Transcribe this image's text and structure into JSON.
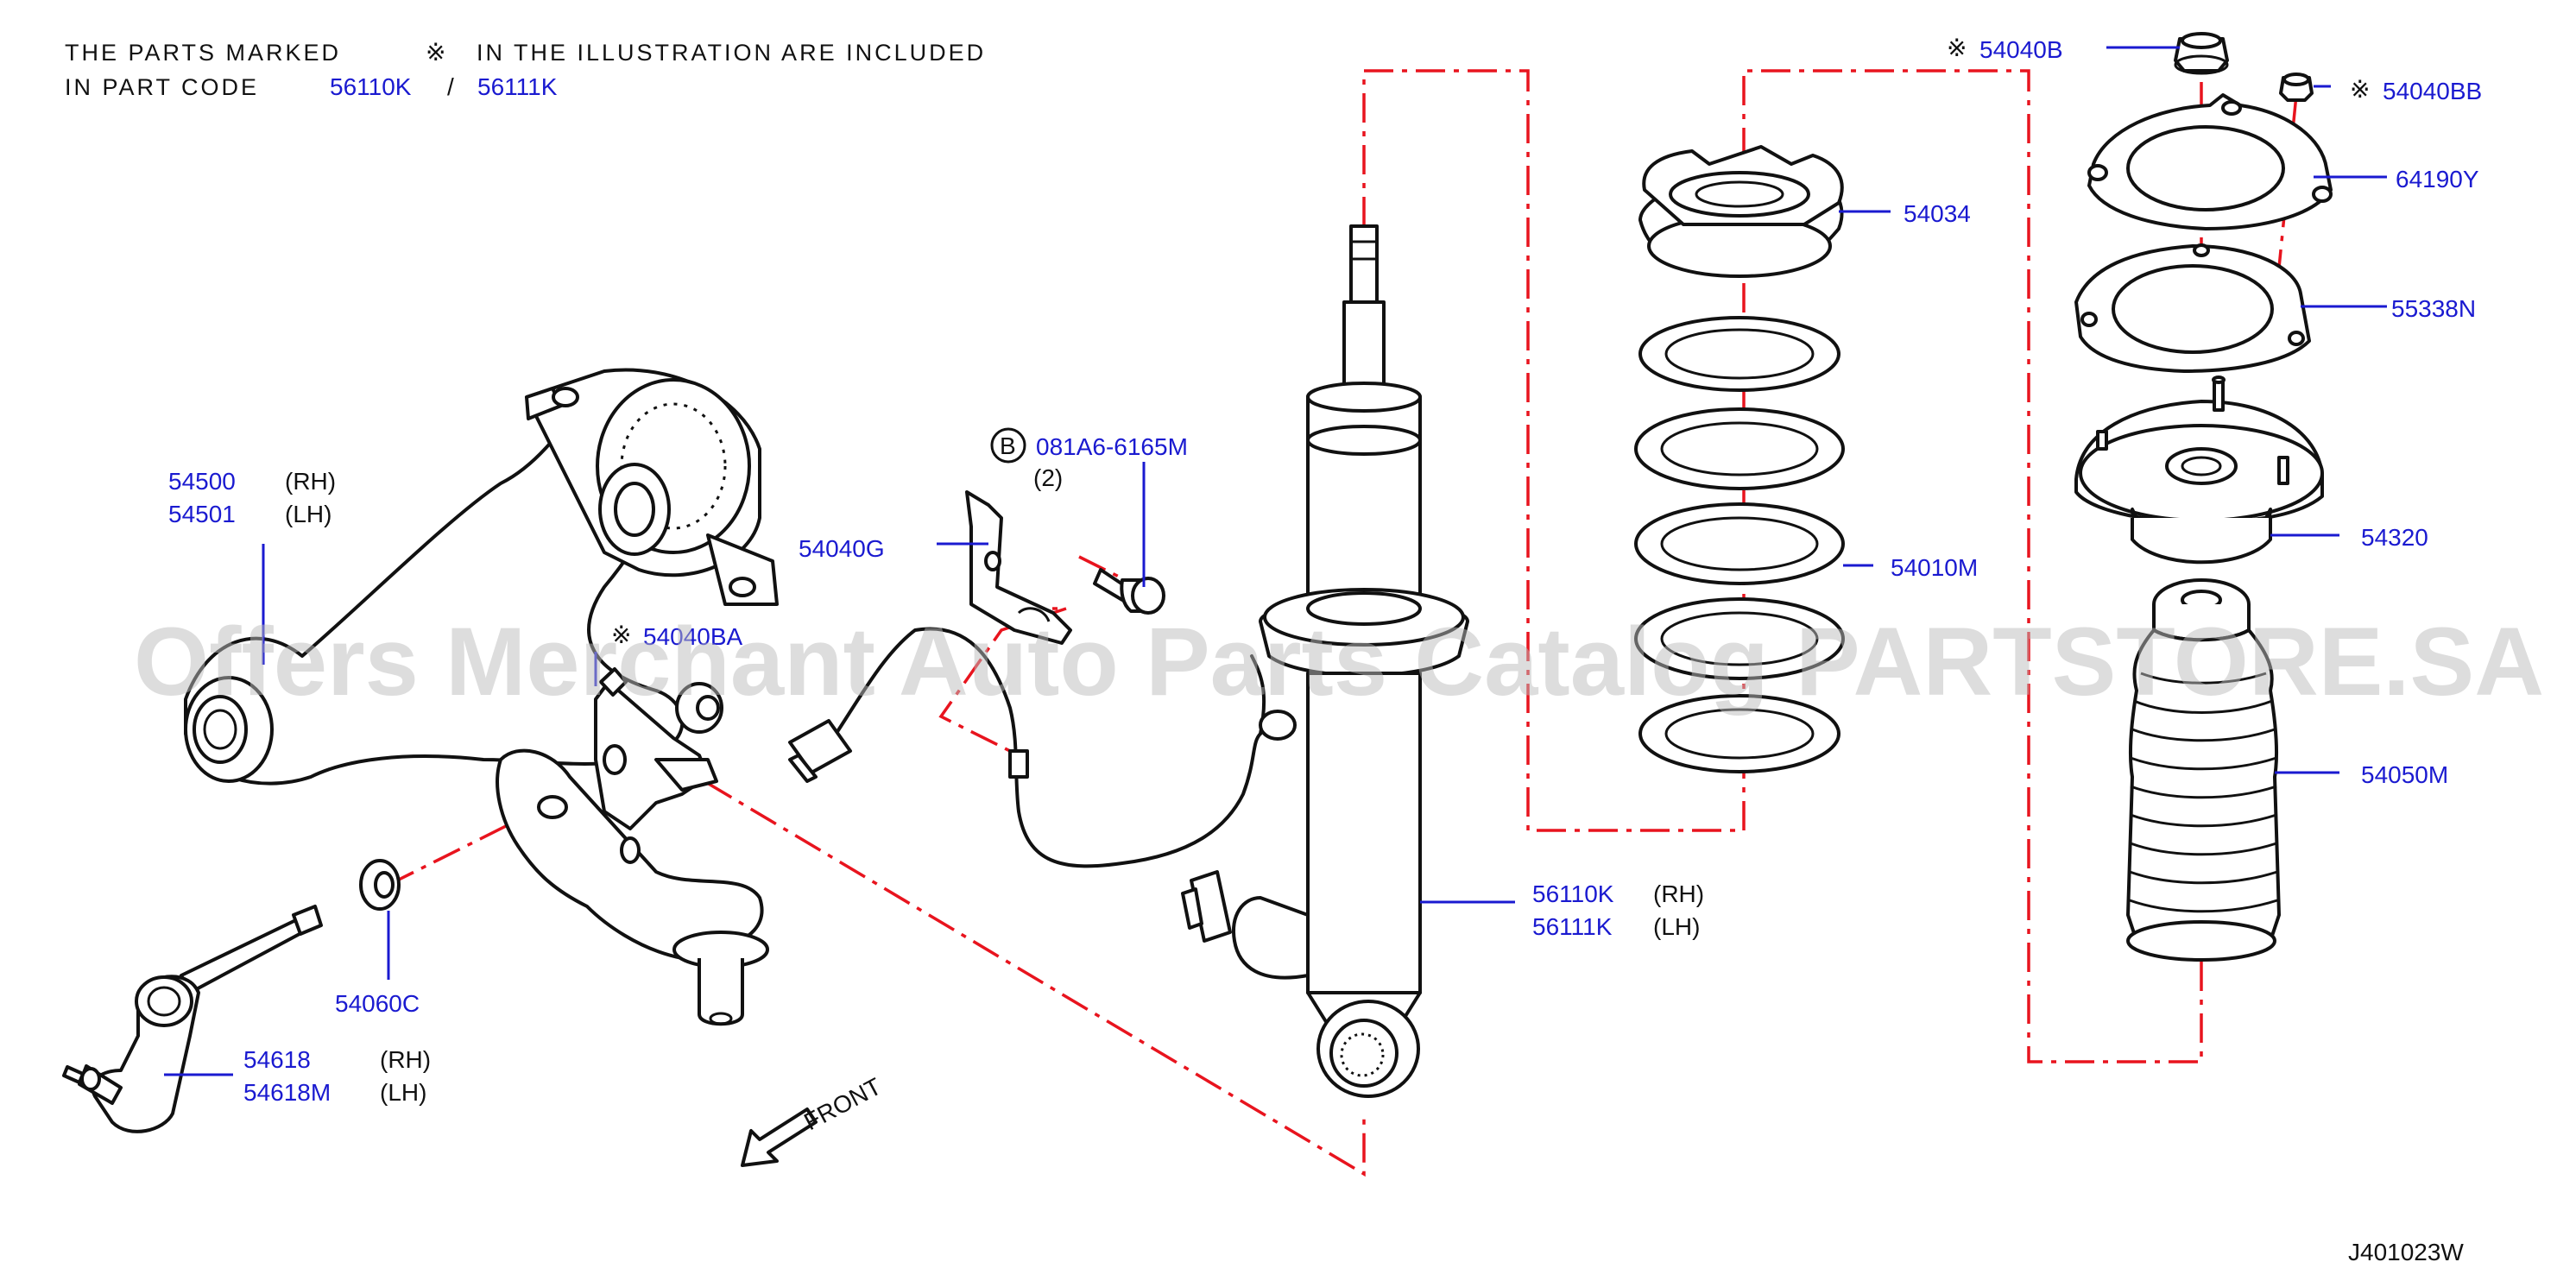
{
  "note": {
    "line1": "THE PARTS MARKED",
    "mark": "※",
    "line1_tail": "IN THE ILLUSTRATION ARE INCLUDED",
    "line2": "IN PART CODE",
    "code_a": "56110K",
    "slash": "/",
    "code_b": "56111K"
  },
  "mark_symbol": "※",
  "bolt_badge": "B",
  "labels": {
    "p54500": "54500",
    "p54500_side": "(RH)",
    "p54501": "54501",
    "p54501_side": "(LH)",
    "p54040ba": "54040BA",
    "p54060c": "54060C",
    "p54618": "54618",
    "p54618_side": "(RH)",
    "p54618m": "54618M",
    "p54618m_side": "(LH)",
    "front": "FRONT",
    "p081a6": "081A6-6165M",
    "p081a6_qty": "(2)",
    "p54040g": "54040G",
    "p56110k": "56110K",
    "p56110k_side": "(RH)",
    "p56111k": "56111K",
    "p56111k_side": "(LH)",
    "p54034": "54034",
    "p54010m": "54010M",
    "p54040b": "54040B",
    "p54040bb": "54040BB",
    "p64190y": "64190Y",
    "p55338n": "55338N",
    "p54320": "54320",
    "p54050m": "54050M"
  },
  "watermark": "Offers Merchant Auto Parts Catalog PARTSTORE.SA",
  "diagram_code": "J401023W",
  "colors": {
    "part_code": "#1a1ad0",
    "centerline": "#e8141e",
    "outline": "#111111",
    "watermark": "#bbbbbb"
  }
}
